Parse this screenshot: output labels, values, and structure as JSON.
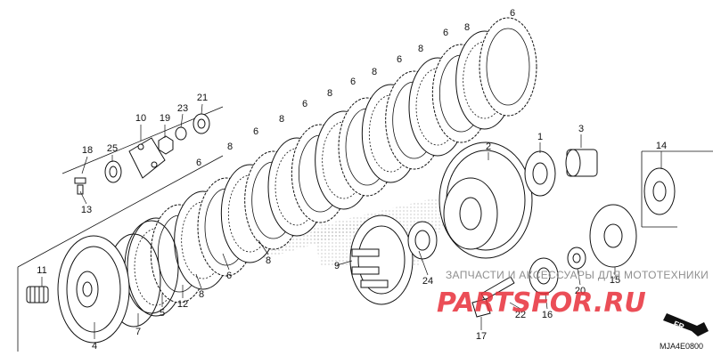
{
  "diagram": {
    "callouts": [
      {
        "id": "c1",
        "text": "1"
      },
      {
        "id": "c2",
        "text": "2"
      },
      {
        "id": "c3",
        "text": "3"
      },
      {
        "id": "c4",
        "text": "4"
      },
      {
        "id": "c5",
        "text": "5"
      },
      {
        "id": "c6a",
        "text": "6"
      },
      {
        "id": "c6b",
        "text": "6"
      },
      {
        "id": "c6c",
        "text": "6"
      },
      {
        "id": "c6d",
        "text": "6"
      },
      {
        "id": "c6e",
        "text": "6"
      },
      {
        "id": "c6f",
        "text": "6"
      },
      {
        "id": "c6g",
        "text": "6"
      },
      {
        "id": "c6h",
        "text": "6"
      },
      {
        "id": "c7",
        "text": "7"
      },
      {
        "id": "c8a",
        "text": "8"
      },
      {
        "id": "c8b",
        "text": "8"
      },
      {
        "id": "c8c",
        "text": "8"
      },
      {
        "id": "c8d",
        "text": "8"
      },
      {
        "id": "c8e",
        "text": "8"
      },
      {
        "id": "c8f",
        "text": "8"
      },
      {
        "id": "c8g",
        "text": "8"
      },
      {
        "id": "c8h",
        "text": "8"
      },
      {
        "id": "c9",
        "text": "9"
      },
      {
        "id": "c10",
        "text": "10"
      },
      {
        "id": "c11",
        "text": "11"
      },
      {
        "id": "c12",
        "text": "12"
      },
      {
        "id": "c13",
        "text": "13"
      },
      {
        "id": "c14",
        "text": "14"
      },
      {
        "id": "c15",
        "text": "15"
      },
      {
        "id": "c16",
        "text": "16"
      },
      {
        "id": "c17",
        "text": "17"
      },
      {
        "id": "c18",
        "text": "18"
      },
      {
        "id": "c19",
        "text": "19"
      },
      {
        "id": "c20",
        "text": "20"
      },
      {
        "id": "c21",
        "text": "21"
      },
      {
        "id": "c22",
        "text": "22"
      },
      {
        "id": "c23",
        "text": "23"
      },
      {
        "id": "c24",
        "text": "24"
      },
      {
        "id": "c25",
        "text": "25"
      }
    ],
    "watermark_text": "ЗАПЧАСТИ И АКСЕССУАРЫ ДЛЯ МОТОТЕХНИКИ",
    "watermark_logo": "PARTSFOR.RU",
    "direction_label": "FR.",
    "drawing_code": "MJA4E0800"
  },
  "colors": {
    "line": "#111111",
    "shading": "#9a9a9a",
    "watermark_red": "#e8303a"
  }
}
